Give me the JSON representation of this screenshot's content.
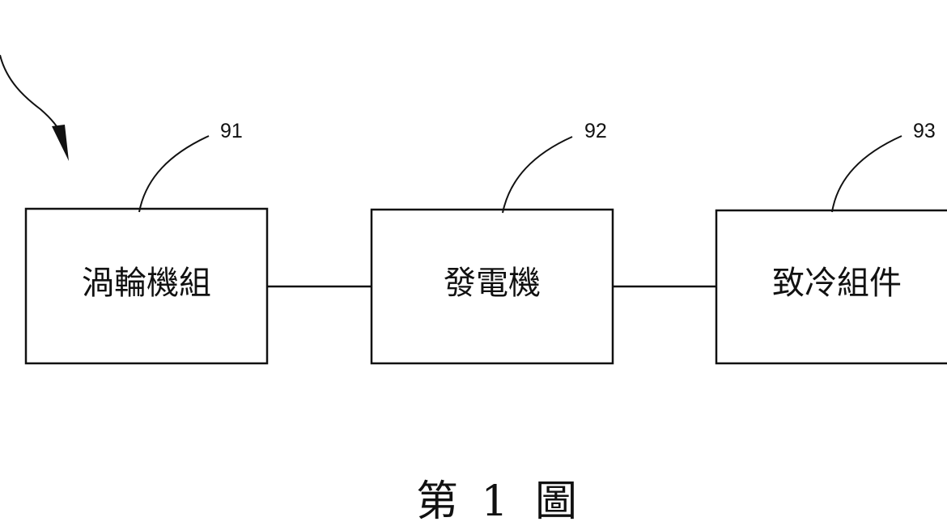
{
  "diagram": {
    "blocks": [
      {
        "id": "91",
        "label": "渦輪機組"
      },
      {
        "id": "92",
        "label": "發電機"
      },
      {
        "id": "93",
        "label": "致冷組件"
      }
    ],
    "connections": [
      {
        "from": "91",
        "to": "92"
      },
      {
        "from": "92",
        "to": "93"
      }
    ],
    "figure_caption": {
      "prefix": "第",
      "number": "1",
      "suffix": "圖"
    }
  }
}
